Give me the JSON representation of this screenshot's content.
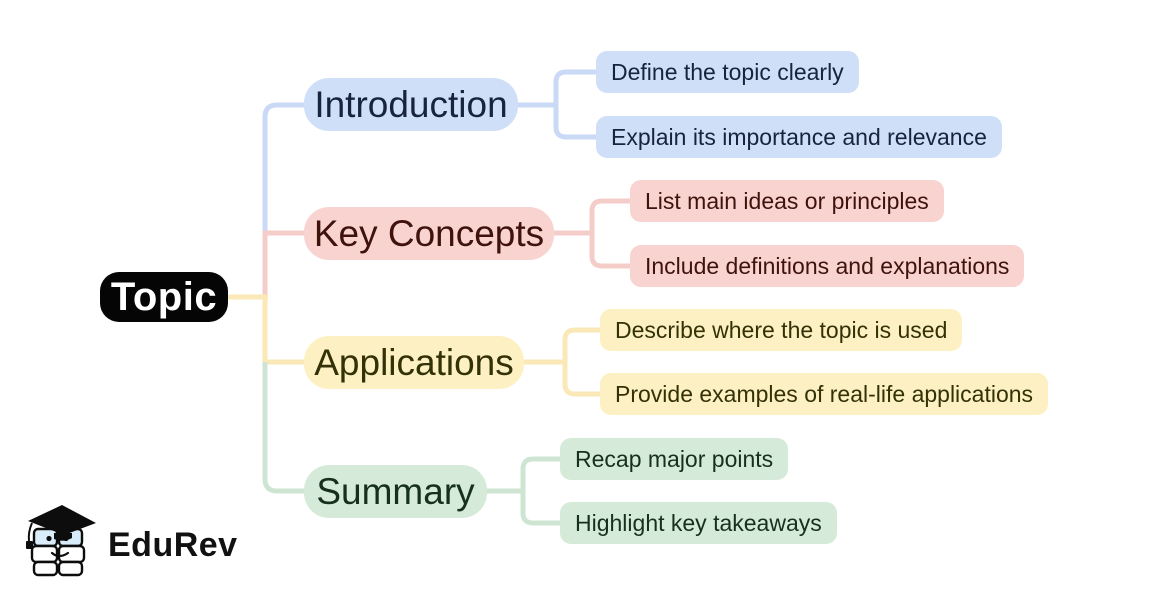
{
  "root": {
    "label": "Topic",
    "bg": "#050505",
    "text_color": "#ffffff"
  },
  "branches": [
    {
      "id": "introduction",
      "label": "Introduction",
      "fill": "#cfdff8",
      "line": "#c9d9f6",
      "text_color": "#18233c",
      "children": [
        "Define the topic clearly",
        "Explain its importance and relevance"
      ]
    },
    {
      "id": "key-concepts",
      "label": "Key Concepts",
      "fill": "#f8d3cf",
      "line": "#f5cdc8",
      "text_color": "#3f120d",
      "children": [
        "List main ideas or principles",
        "Include definitions and explanations"
      ]
    },
    {
      "id": "applications",
      "label": "Applications",
      "fill": "#fdf0c2",
      "line": "#fae9b6",
      "text_color": "#333108",
      "children": [
        "Describe where the topic is used",
        "Provide examples of real-life applications"
      ]
    },
    {
      "id": "summary",
      "label": "Summary",
      "fill": "#d6ead9",
      "line": "#cfe5d3",
      "text_color": "#16301d",
      "children": [
        "Recap major points",
        "Highlight key takeaways"
      ]
    }
  ],
  "logo": {
    "brand": "EduRev",
    "icon": "graduation-cap-books-mascot",
    "cap_color": "#0d0d0d",
    "book_tint": "#d8edf9"
  }
}
